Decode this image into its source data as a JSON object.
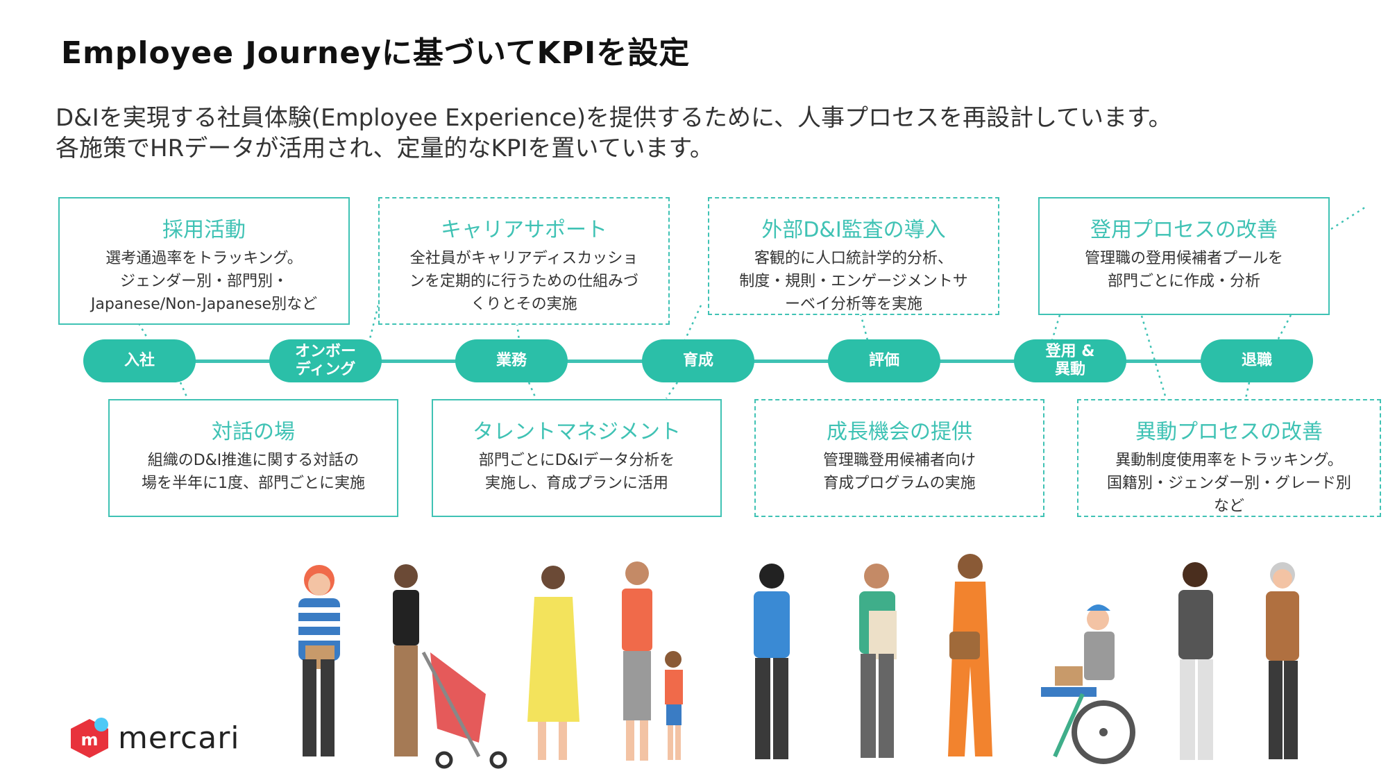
{
  "title": "Employee Journeyに基づいてKPIを設定",
  "subtitle": {
    "line1": "D&Iを実現する社員体験(Employee Experience)を提供するために、人事プロセスを再設計しています。",
    "line2": "各施策でHRデータが活用され、定量的なKPIを置いています。"
  },
  "stages": [
    {
      "label": "入社"
    },
    {
      "label": "オンボー\nディング"
    },
    {
      "label": "業務"
    },
    {
      "label": "育成"
    },
    {
      "label": "評価"
    },
    {
      "label": "登用 &\n異動"
    },
    {
      "label": "退職"
    }
  ],
  "top_boxes": [
    {
      "title": "採用活動",
      "text": "選考通過率をトラッキング。\nジェンダー別・部門別・\nJapanese/Non-Japanese別など"
    },
    {
      "title": "キャリアサポート",
      "text": "全社員がキャリアディスカッショ\nンを定期的に行うための仕組みづ\nくりとその実施"
    },
    {
      "title": "外部D&I監査の導入",
      "text": "客観的に人口統計学的分析、\n制度・規則・エンゲージメントサ\nーベイ分析等を実施"
    },
    {
      "title": "登用プロセスの改善",
      "text": "管理職の登用候補者プールを\n部門ごとに作成・分析"
    }
  ],
  "bottom_boxes": [
    {
      "title": "対話の場",
      "text": "組織のD&I推進に関する対話の\n場を半年に1度、部門ごとに実施"
    },
    {
      "title": "タレントマネジメント",
      "text": "部門ごとにD&Iデータ分析を\n実施し、育成プランに活用"
    },
    {
      "title": "成長機会の提供",
      "text": "管理職登用候補者向け\n育成プログラムの実施"
    },
    {
      "title": "異動プロセスの改善",
      "text": "異動制度使用率をトラッキング。\n国籍別・ジェンダー別・グレード別\nなど"
    }
  ],
  "logo": {
    "text": "mercari",
    "mark_letter": "m"
  },
  "colors": {
    "accent": "#3fc2b4",
    "stage": "#2bbfa8",
    "logo_red": "#e8323c",
    "logo_blue": "#4dc9f6"
  }
}
